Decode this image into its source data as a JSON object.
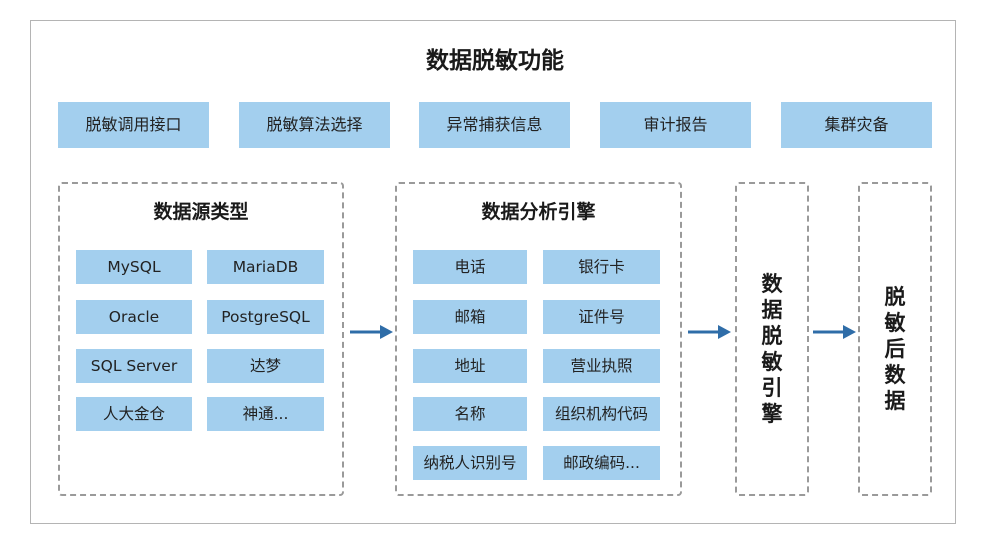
{
  "title": "数据脱敏功能",
  "features": [
    "脱敏调用接口",
    "脱敏算法选择",
    "异常捕获信息",
    "审计报告",
    "集群灾备"
  ],
  "data_sources": {
    "title": "数据源类型",
    "items": [
      "MySQL",
      "MariaDB",
      "Oracle",
      "PostgreSQL",
      "SQL Server",
      "达梦",
      "人大金仓",
      "神通..."
    ]
  },
  "analysis_engine": {
    "title": "数据分析引擎",
    "items": [
      "电话",
      "银行卡",
      "邮箱",
      "证件号",
      "地址",
      "营业执照",
      "名称",
      "组织机构代码",
      "纳税人识别号",
      "邮政编码..."
    ]
  },
  "masking_engine": {
    "title": "数据脱敏引擎"
  },
  "masked_data": {
    "title": "脱敏后数据"
  },
  "colors": {
    "box_fill": "#a3cfee",
    "arrow": "#2f6da8",
    "dash_border": "#9a9a9a"
  }
}
